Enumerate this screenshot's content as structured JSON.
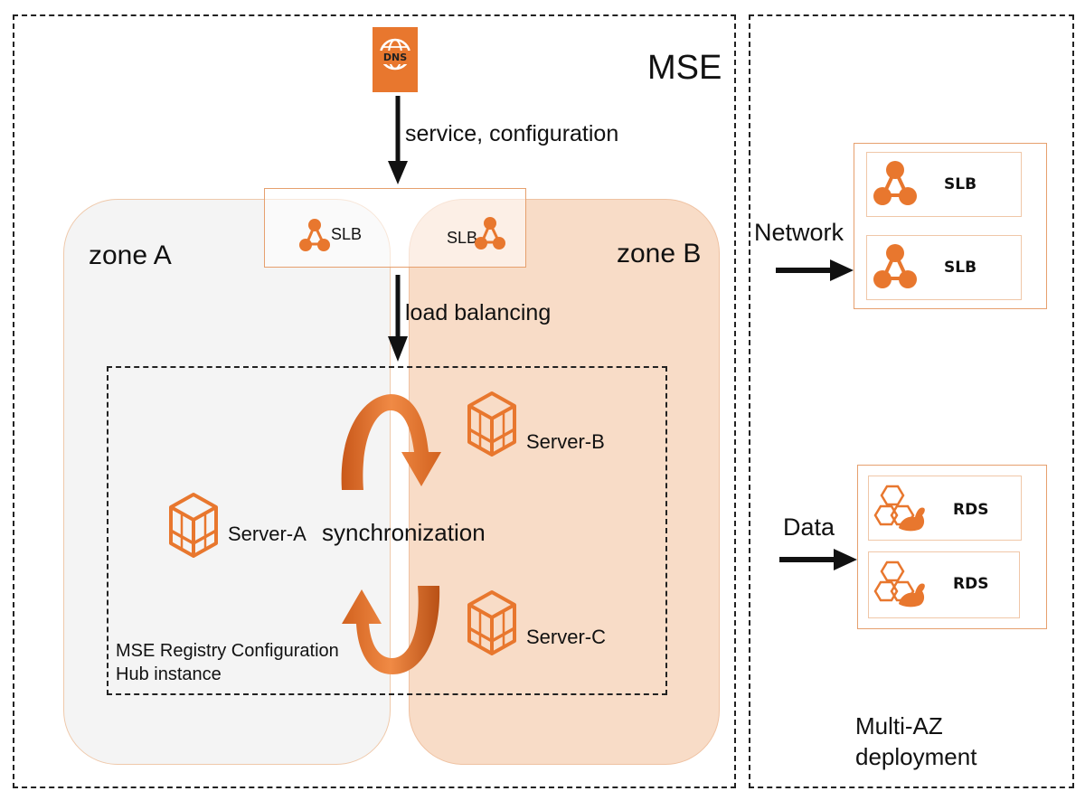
{
  "colors": {
    "accent": "#e8772e",
    "zone_a_fill": "#f4f4f4",
    "zone_b_fill": "#f8dcc7",
    "border_dark": "#222222"
  },
  "mse": {
    "title": "MSE",
    "dns_label": "DNS",
    "arrow1_label": "service, configuration",
    "slb_left_label": "SLB",
    "slb_right_label": "SLB",
    "arrow2_label": "load balancing",
    "zone_a_label": "zone A",
    "zone_b_label": "zone B",
    "server_a_label": "Server-A",
    "server_b_label": "Server-B",
    "server_c_label": "Server-C",
    "sync_label": "synchronization",
    "instance_label_line1": "MSE Registry Configuration",
    "instance_label_line2": "Hub instance"
  },
  "deployment": {
    "network_label": "Network",
    "slb1_label": "SLB",
    "slb2_label": "SLB",
    "data_label": "Data",
    "rds1_label": "RDS",
    "rds2_label": "RDS",
    "caption_line1": "Multi-AZ",
    "caption_line2": "deployment"
  }
}
